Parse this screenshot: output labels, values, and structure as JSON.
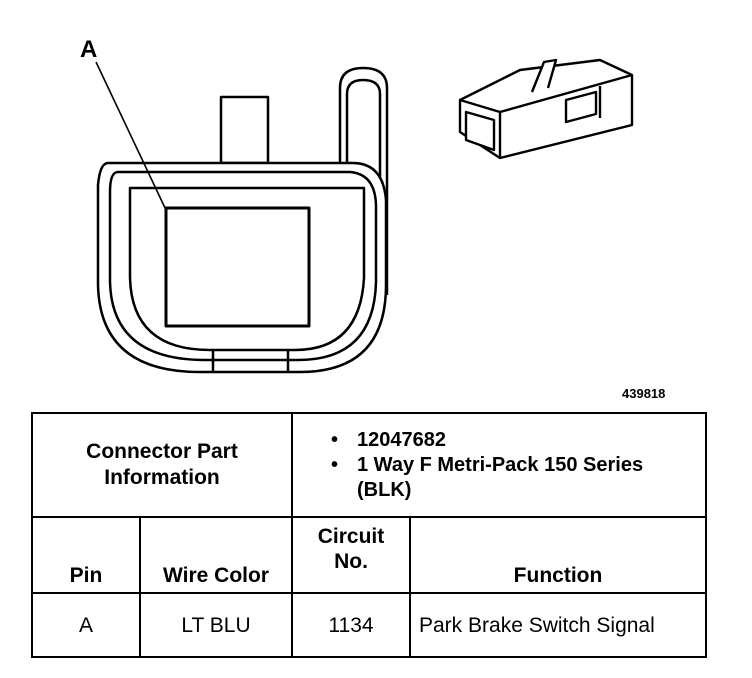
{
  "diagram": {
    "pin_label": "A",
    "figure_id": "439818"
  },
  "connector": {
    "part_info_label": "Connector Part Information",
    "part_info_items": [
      "12047682",
      "1 Way F Metri-Pack 150 Series (BLK)"
    ]
  },
  "table": {
    "headers": {
      "pin": "Pin",
      "wire_color": "Wire Color",
      "circuit": "Circuit No.",
      "function": "Function"
    },
    "rows": [
      {
        "pin": "A",
        "wire_color": "LT BLU",
        "circuit": "1134",
        "function": "Park Brake Switch Signal"
      }
    ]
  }
}
